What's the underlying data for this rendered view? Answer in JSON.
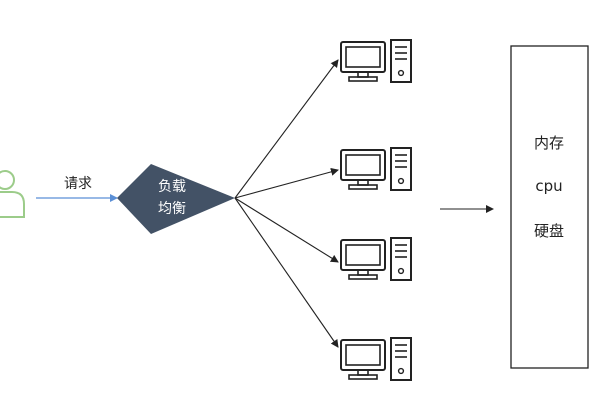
{
  "request_label": "请求",
  "load_balancer": {
    "line1": "负载",
    "line2": "均衡",
    "fill": "#435266",
    "text_color": "#ffffff"
  },
  "resources": [
    "内存",
    "cpu",
    "硬盘"
  ],
  "user_color": "#9ccc8a",
  "request_arrow_color": "#5b8fd6",
  "arrow_color": "#222222",
  "server_icon_count": 4
}
